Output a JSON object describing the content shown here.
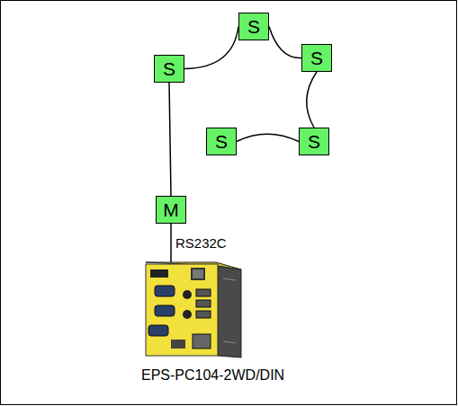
{
  "diagram": {
    "nodes": [
      {
        "text": [
          "S"
        ]
      },
      {
        "text": [
          "S"
        ]
      },
      {
        "text": [
          "S"
        ]
      },
      {
        "text": [
          "S"
        ]
      },
      {
        "text": [
          "S"
        ]
      },
      {
        "text": [
          "M"
        ]
      }
    ],
    "edges": [
      {
        "from": 0,
        "to": 1,
        "arrow": "none"
      },
      {
        "from": 1,
        "to": 2,
        "arrow": "none"
      },
      {
        "from": 2,
        "to": 4,
        "arrow": "none"
      },
      {
        "from": 4,
        "to": 3,
        "arrow": "none"
      },
      {
        "from": 0,
        "to": 5,
        "arrow": "none"
      }
    ],
    "labels": [
      "RS232C",
      "EPS-PC104-2WD/DIN"
    ]
  }
}
